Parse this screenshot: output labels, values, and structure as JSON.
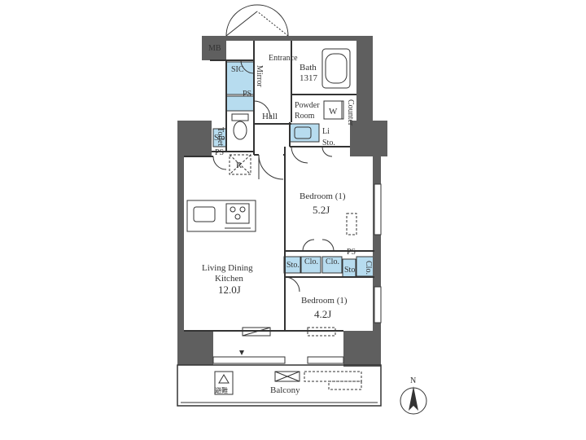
{
  "rooms": {
    "mb": "MB",
    "sic": "SIC",
    "mirror": "Mirror",
    "entrance": "Entrance",
    "bath": "Bath",
    "bath_size": "1317",
    "powder_room": "Powder\nRoom",
    "w": "W",
    "counter": "Counter",
    "ps": "PS",
    "hall": "Hall",
    "toilet": "Toilet",
    "sto": "Sto.",
    "li": "Li",
    "r": "R",
    "bedroom1": "Bedroom (1)",
    "bedroom1_size": "5.2J",
    "clo": "Clo.",
    "ldk": "Living Dining\nKitchen",
    "ldk_size": "12.0J",
    "bedroom2": "Bedroom (1)",
    "bedroom2_size": "4.2J",
    "balcony": "Balcony",
    "evac": "避難"
  },
  "compass": {
    "label": "N"
  },
  "colors": {
    "wall": "#5f5f5f",
    "storage": "#b7dcef",
    "line": "#333333"
  }
}
